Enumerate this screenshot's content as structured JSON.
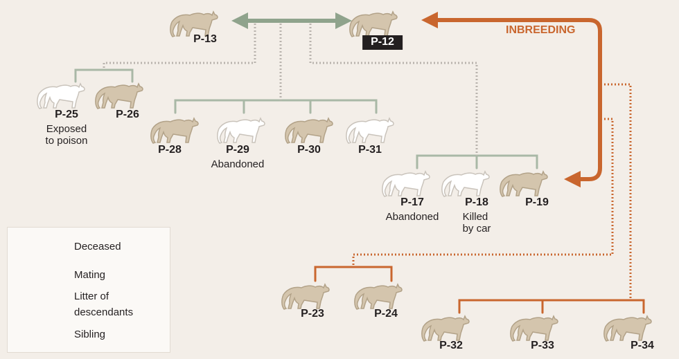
{
  "colors": {
    "cat_fill": "#d4c5ad",
    "cat_stroke": "#b2a288",
    "deceased_fill": "#ffffff",
    "deceased_stroke": "#c9c3bb",
    "sage": "#a9b8a6",
    "dotted_gray": "#b8b3ad",
    "orange": "#c9662e",
    "mating_arrow": "#8fa38c",
    "background": "#f3eee8"
  },
  "annotation": "INBREEDING",
  "cats": [
    {
      "id": "p13",
      "label": "P-13",
      "deceased": false,
      "note": ""
    },
    {
      "id": "p12",
      "label": "P-12",
      "deceased": false,
      "note": "",
      "highlight": true
    },
    {
      "id": "p25",
      "label": "P-25",
      "deceased": true,
      "note": "Exposed\nto poison"
    },
    {
      "id": "p26",
      "label": "P-26",
      "deceased": false,
      "note": ""
    },
    {
      "id": "p28",
      "label": "P-28",
      "deceased": false,
      "note": ""
    },
    {
      "id": "p29",
      "label": "P-29",
      "deceased": true,
      "note": "Abandoned"
    },
    {
      "id": "p30",
      "label": "P-30",
      "deceased": false,
      "note": ""
    },
    {
      "id": "p31",
      "label": "P-31",
      "deceased": true,
      "note": ""
    },
    {
      "id": "p17",
      "label": "P-17",
      "deceased": true,
      "note": "Abandoned"
    },
    {
      "id": "p18",
      "label": "P-18",
      "deceased": true,
      "note": "Killed\nby car"
    },
    {
      "id": "p19",
      "label": "P-19",
      "deceased": false,
      "note": ""
    },
    {
      "id": "p23",
      "label": "P-23",
      "deceased": false,
      "note": ""
    },
    {
      "id": "p24",
      "label": "P-24",
      "deceased": false,
      "note": ""
    },
    {
      "id": "p32",
      "label": "P-32",
      "deceased": false,
      "note": ""
    },
    {
      "id": "p33",
      "label": "P-33",
      "deceased": false,
      "note": ""
    },
    {
      "id": "p34",
      "label": "P-34",
      "deceased": false,
      "note": ""
    }
  ],
  "legend": {
    "deceased": "Deceased",
    "mating": "Mating",
    "litter": "Litter of\ndescendants",
    "sibling": "Sibling"
  }
}
